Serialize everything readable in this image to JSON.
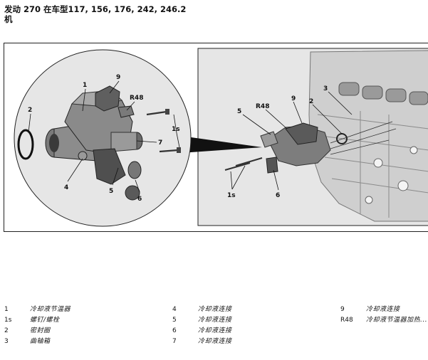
{
  "title": {
    "line1": "发动  270 在车型117, 156, 176, 242, 246.2",
    "line2": "机"
  },
  "figure": {
    "callouts_left": [
      "1",
      "9",
      "R48",
      "2",
      "1s",
      "7",
      "4",
      "5",
      "6"
    ],
    "callouts_right": [
      "3",
      "5",
      "R48",
      "9",
      "2",
      "1s",
      "6"
    ]
  },
  "legend": [
    {
      "num": "1",
      "text": "冷却液节温器"
    },
    {
      "num": "1s",
      "text": "螺钉/螺栓"
    },
    {
      "num": "2",
      "text": "密封圈"
    },
    {
      "num": "3",
      "text": "曲轴箱"
    },
    {
      "num": "4",
      "text": "冷却液连接"
    },
    {
      "num": "5",
      "text": "冷却液连接"
    },
    {
      "num": "6",
      "text": "冷却液连接"
    },
    {
      "num": "7",
      "text": "冷却液连接"
    },
    {
      "num": "9",
      "text": "冷却液连接"
    },
    {
      "num": "R48",
      "text": "冷却液节温器加热..."
    }
  ]
}
